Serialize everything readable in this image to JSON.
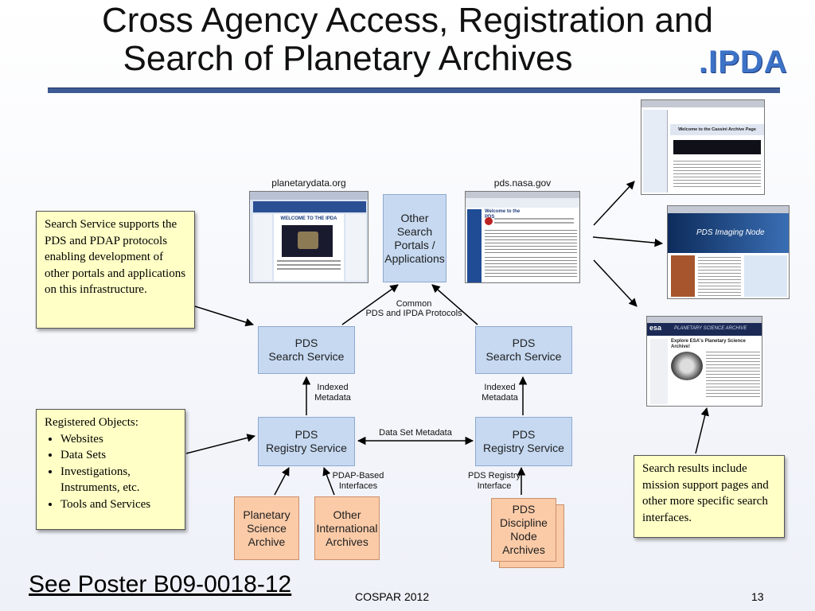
{
  "slide": {
    "title_line1": "Cross Agency Access, Registration and",
    "title_line2": "Search of Planetary Archives",
    "logo_text": ".IPDA",
    "poster_link": "See Poster B09-0018-12",
    "footer_center": "COSPAR 2012",
    "page_number": "13"
  },
  "screenshots": {
    "left_label": "planetarydata.org",
    "left_heading": "WELCOME TO THE IPDA",
    "right_label": "pds.nasa.gov",
    "right_heading": "Welcome to the PDS",
    "cassini_heading": "Welcome to the Cassini Archive Page",
    "imaging_heading": "PDS Imaging Node",
    "esa_logo": "esa",
    "esa_banner": "PLANETARY SCIENCE ARCHIVE",
    "esa_heading": "Explore ESA's Planetary Science Archive!"
  },
  "diagram": {
    "other_portals": "Other Search Portals / Applications",
    "common_protocols_1": "Common",
    "common_protocols_2": "PDS and IPDA Protocols",
    "search_left_1": "PDS",
    "search_left_2": "Search Service",
    "search_right_1": "PDS",
    "search_right_2": "Search Service",
    "indexed_left_1": "Indexed",
    "indexed_left_2": "Metadata",
    "indexed_right_1": "Indexed",
    "indexed_right_2": "Metadata",
    "registry_left_1": "PDS",
    "registry_left_2": "Registry Service",
    "registry_right_1": "PDS",
    "registry_right_2": "Registry Service",
    "data_set_metadata": "Data Set Metadata",
    "pdap_interfaces_1": "PDAP-Based",
    "pdap_interfaces_2": "Interfaces",
    "pds_registry_interface_1": "PDS Registry",
    "pds_registry_interface_2": "Interface",
    "planetary_science_1": "Planetary",
    "planetary_science_2": "Science",
    "planetary_science_3": "Archive",
    "other_international_1": "Other",
    "other_international_2": "International",
    "other_international_3": "Archives",
    "discipline_1": "PDS",
    "discipline_2": "Discipline",
    "discipline_3": "Node",
    "discipline_4": "Archives"
  },
  "notes": {
    "search_service": "Search Service supports the PDS and PDAP protocols enabling development of other portals and applications on this infrastructure.",
    "registered_title": "Registered Objects:",
    "registered_items": [
      "Websites",
      "Data Sets",
      "Investigations, Instruments, etc.",
      "Tools and Services"
    ],
    "search_results": "Search results include mission support pages and other more specific search interfaces."
  },
  "colors": {
    "service_box": "#c6d9f1",
    "archive_box": "#fbcba8",
    "note_fill": "#ffffc6",
    "title_rule": "#3e5b94",
    "logo": "#3d73c7"
  }
}
